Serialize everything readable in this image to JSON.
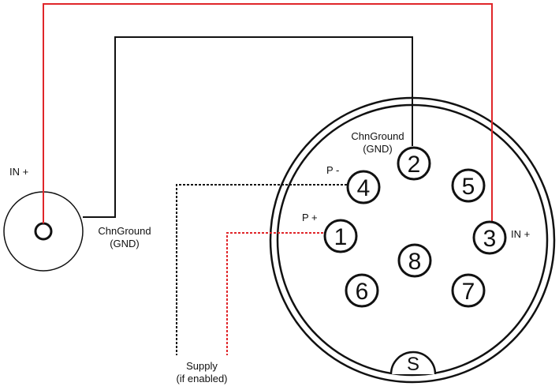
{
  "colors": {
    "in_plus_wire": "#e0262a",
    "gnd_wire": "#111111",
    "p_minus_wire": "#111111",
    "p_plus_wire": "#e0262a",
    "outline": "#111111",
    "background": "#ffffff"
  },
  "labels": {
    "in_plus_left": "IN +",
    "chn_ground_left": "ChnGround",
    "gnd_left": "(GND)",
    "chn_ground_top": "ChnGround",
    "gnd_top": "(GND)",
    "p_minus": "P -",
    "p_plus": "P +",
    "in_plus_right": "IN +",
    "supply": "Supply",
    "if_enabled": "(if enabled)"
  },
  "pins": {
    "pin1": "1",
    "pin2": "2",
    "pin3": "3",
    "pin4": "4",
    "pin5": "5",
    "pin6": "6",
    "pin7": "7",
    "pin8": "8",
    "key": "S"
  }
}
